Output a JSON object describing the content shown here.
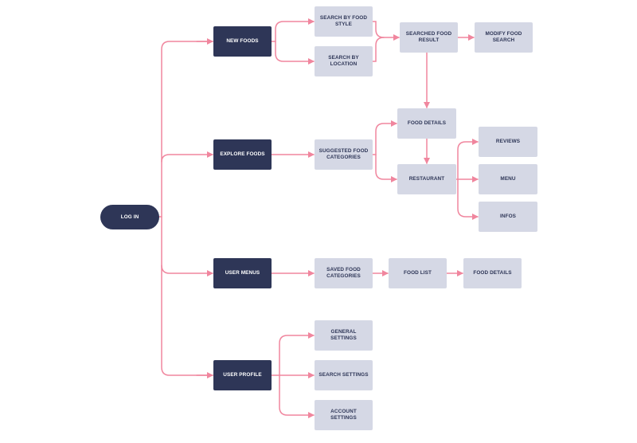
{
  "colors": {
    "dark": "#2e3657",
    "light": "#d5d8e5",
    "connector": "#f0869e"
  },
  "nodes": {
    "login": "LOG IN",
    "new_foods": "NEW FOODS",
    "explore_foods": "EXPLORE FOODS",
    "user_menus": "USER MENUS",
    "user_profile": "USER PROFILE",
    "search_by_food_style": "SEARCH BY FOOD\nSTYLE",
    "search_by_location": "SEARCH BY\nLOCATION",
    "searched_food_result": "SEARCHED FOOD\nRESULT",
    "modify_food_search": "MODIFY FOOD\nSEARCH",
    "suggested_food_categories": "SUGGESTED FOOD\nCATEGORIES",
    "food_details": "FOOD DETAILS",
    "restaurant": "RESTAURANT",
    "reviews": "REVIEWS",
    "menu": "MENU",
    "infos": "INFOS",
    "saved_food_categories": "SAVED FOOD\nCATEGORIES",
    "food_list": "FOOD LIST",
    "food_details_2": "FOOD DETAILS",
    "general_settings": "GENERAL SETTINGS",
    "search_settings": "SEARCH SETTINGS",
    "account_settings": "ACCOUNT SETTINGS"
  }
}
